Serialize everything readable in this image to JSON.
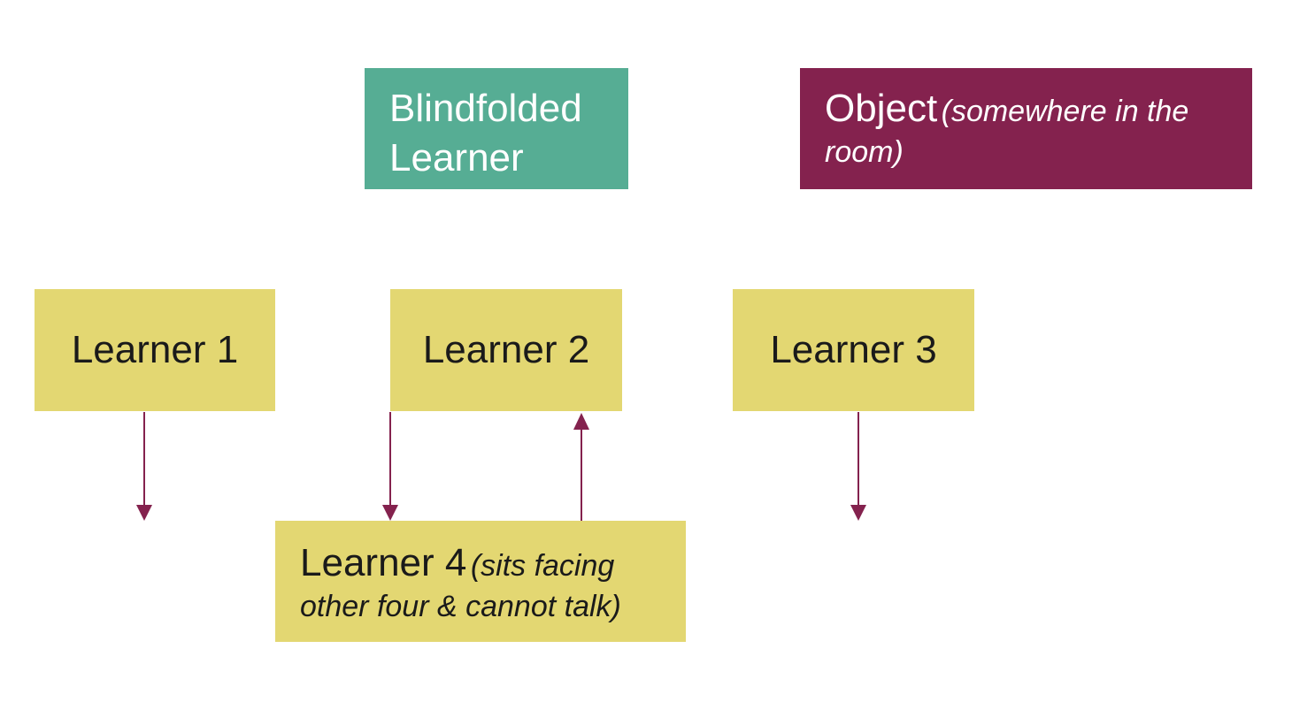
{
  "boxes": {
    "blindfolded": {
      "label": "Blindfolded Learner"
    },
    "object": {
      "label": "Object",
      "note": "(somewhere in the room)"
    },
    "learner1": {
      "label": "Learner 1"
    },
    "learner2": {
      "label": "Learner 2"
    },
    "learner3": {
      "label": "Learner 3"
    },
    "learner4": {
      "label": "Learner 4",
      "note": "(sits facing other four & cannot talk)"
    }
  },
  "colors": {
    "blindfolded_fill": "#56ad94",
    "object_fill": "#84224e",
    "learner_fill": "#e3d772",
    "arrow": "#84224e"
  }
}
